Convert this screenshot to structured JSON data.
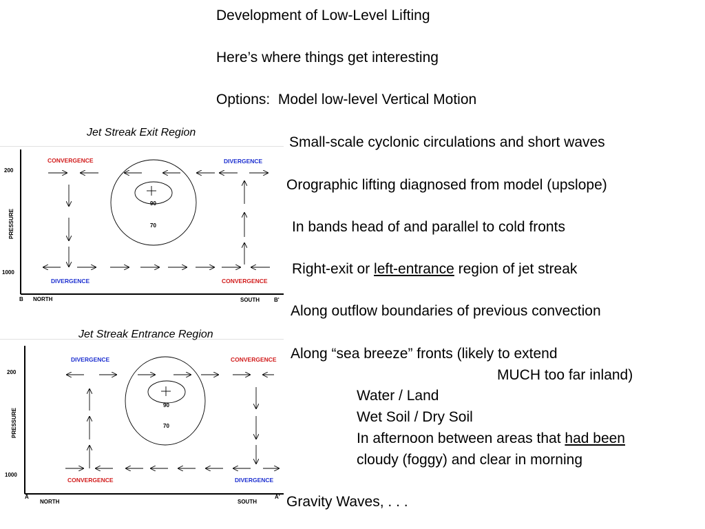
{
  "title": "Development of Low-Level Lifting",
  "subtitle": "Here’s where things get interesting",
  "options": {
    "prefix": "Options:",
    "model": "Model low-level Vertical Motion",
    "small_scale": "Small-scale cyclonic circulations and short waves",
    "orographic": "Orographic lifting diagnosed from model (upslope)",
    "bands": "In  bands head of and parallel to cold fronts",
    "jet_pre": "Right-exit or ",
    "jet_underlined": "left-entrance",
    "jet_post": " region of jet streak",
    "outflow": "Along outflow boundaries of previous convection",
    "sea_breeze_1": "Along “sea breeze” fronts (likely to extend",
    "sea_breeze_2": "MUCH too far inland)",
    "water_land": "Water / Land",
    "wet_dry": "Wet Soil / Dry Soil",
    "afternoon_pre": "In afternoon between areas that ",
    "afternoon_underlined": "had been",
    "afternoon_2": "cloudy (foggy) and clear in morning",
    "gravity": "Gravity Waves, . . ."
  },
  "diagrams": {
    "exit": {
      "caption": "Jet Streak Exit Region",
      "top_left": "CONVERGENCE",
      "top_right": "DIVERGENCE",
      "bottom_left": "DIVERGENCE",
      "bottom_right": "CONVERGENCE",
      "p_top": "200",
      "p_bottom": "1000",
      "y_axis": "PRESSURE",
      "inner": "90",
      "outer": "70",
      "x_start": "B",
      "x_left": "NORTH",
      "x_right": "SOUTH",
      "x_end": "B'"
    },
    "entrance": {
      "caption": "Jet Streak Entrance Region",
      "top_left": "DIVERGENCE",
      "top_right": "CONVERGENCE",
      "bottom_left": "CONVERGENCE",
      "bottom_right": "DIVERGENCE",
      "p_top": "200",
      "p_bottom": "1000",
      "y_axis": "PRESSURE",
      "inner": "90",
      "outer": "70",
      "x_start": "A",
      "x_left": "NORTH",
      "x_right": "SOUTH",
      "x_end": "A'"
    }
  },
  "colors": {
    "convergence": "#d11a1a",
    "divergence": "#1c2fd0"
  }
}
